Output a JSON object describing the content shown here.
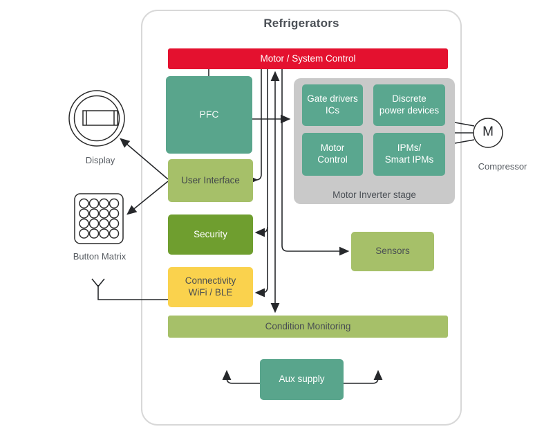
{
  "title": "Refrigerators",
  "banner": {
    "label": "Motor / System Control"
  },
  "blocks": {
    "pfc": "PFC",
    "user_interface": "User Interface",
    "security": "Security",
    "connectivity": {
      "line1": "Connectivity",
      "line2": "WiFi / BLE"
    },
    "sensors": "Sensors",
    "condition_monitoring": "Condition Monitoring",
    "aux_supply": "Aux supply"
  },
  "inverter": {
    "label": "Motor Inverter stage",
    "blocks": [
      {
        "line1": "Gate drivers",
        "line2": "ICs"
      },
      {
        "line1": "Discrete",
        "line2": "power devices"
      },
      {
        "line1": "Motor",
        "line2": "Control"
      },
      {
        "line1": "IPMs/",
        "line2": "Smart IPMs"
      }
    ]
  },
  "peripherals": {
    "display": "Display",
    "button_matrix": "Button Matrix",
    "compressor": "Compressor",
    "motor_letter": "M"
  },
  "colors": {
    "banner_red": "#e4112f",
    "teal": "#59a58c",
    "olive_green": "#a6c069",
    "dark_green": "#6f9e2f",
    "yellow": "#fad24d",
    "inverter_gray": "#c9c9c9",
    "text_dark": "#4a4f55",
    "wire": "#26282b"
  }
}
